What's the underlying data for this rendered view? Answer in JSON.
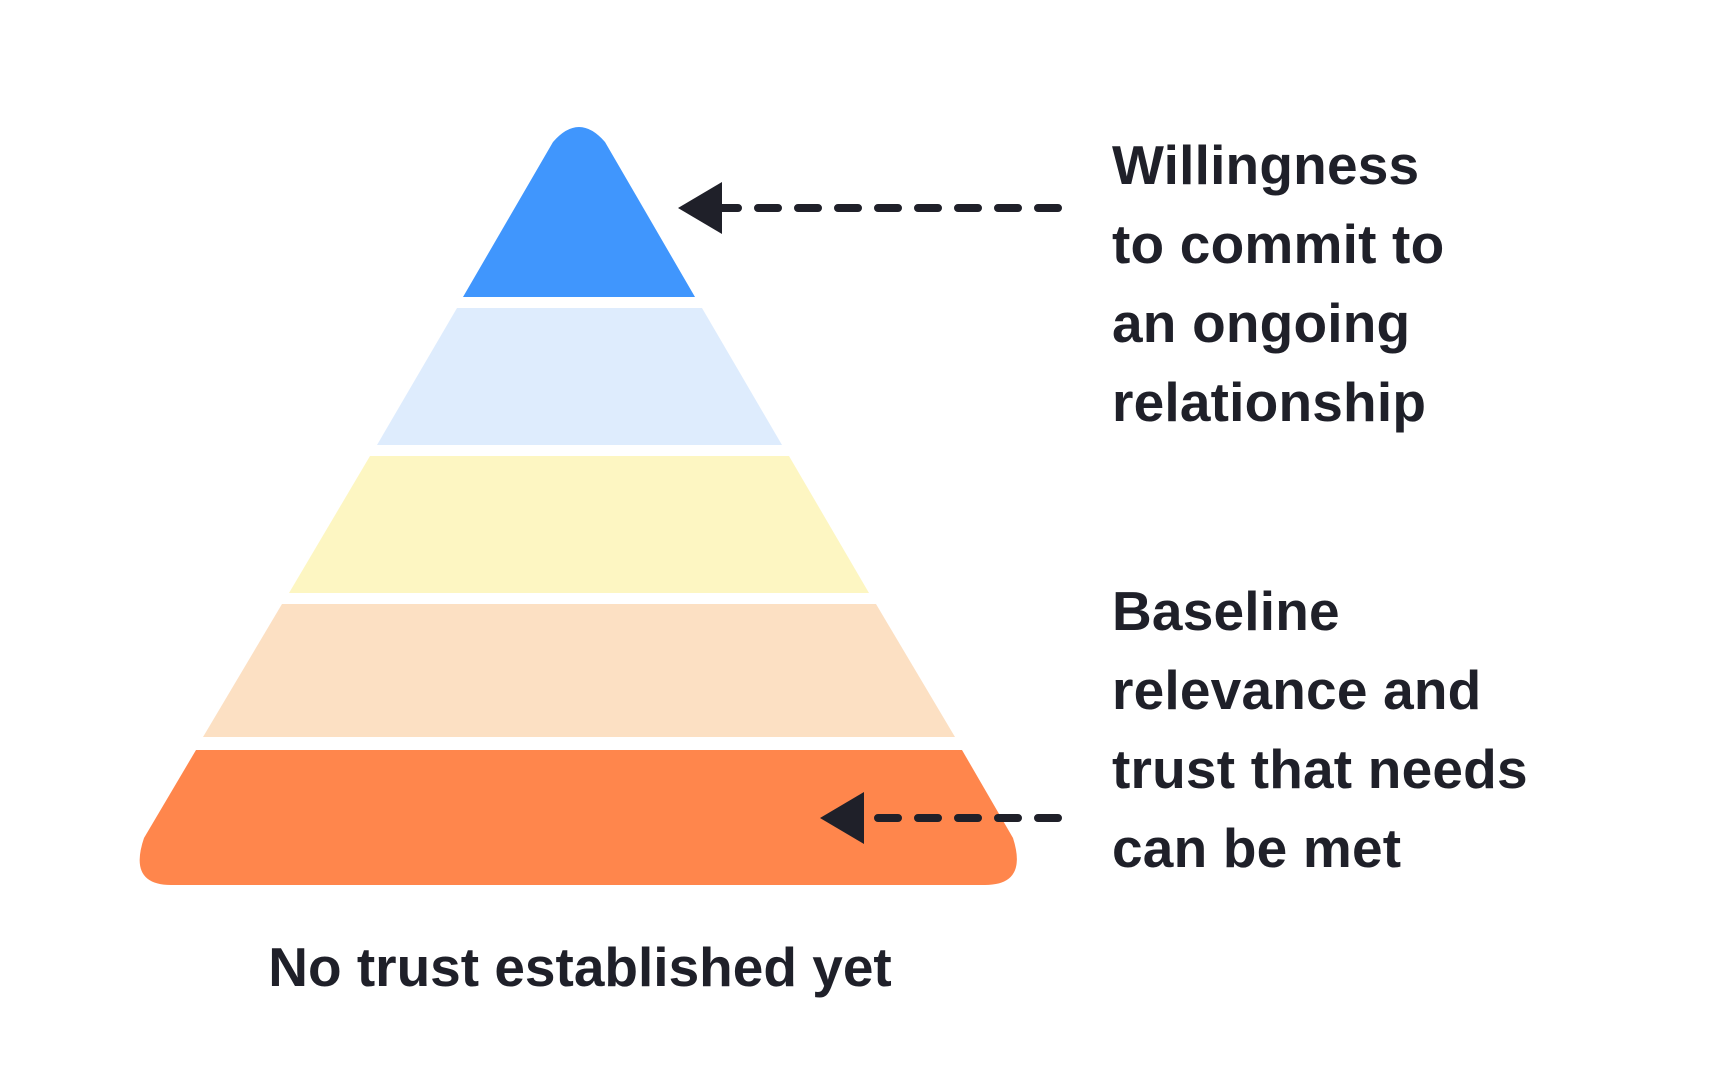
{
  "pyramid": {
    "tiers": [
      {
        "name": "tier-1-top",
        "color": "#4096fd"
      },
      {
        "name": "tier-2",
        "color": "#deecfd"
      },
      {
        "name": "tier-3",
        "color": "#fdf6c2"
      },
      {
        "name": "tier-4",
        "color": "#fce0c3"
      },
      {
        "name": "tier-5-base",
        "color": "#ff864c"
      }
    ]
  },
  "callouts": {
    "top": {
      "lines": [
        "Willingness",
        "to commit to",
        "an ongoing",
        "relationship"
      ],
      "points_to": "tier-1-top"
    },
    "bottom": {
      "lines": [
        "Baseline",
        "relevance and",
        "trust that needs",
        "can be met"
      ],
      "points_to": "tier-5-base"
    }
  },
  "caption": "No trust established yet",
  "arrow_color": "#1f2029",
  "text_color": "#1f2029"
}
